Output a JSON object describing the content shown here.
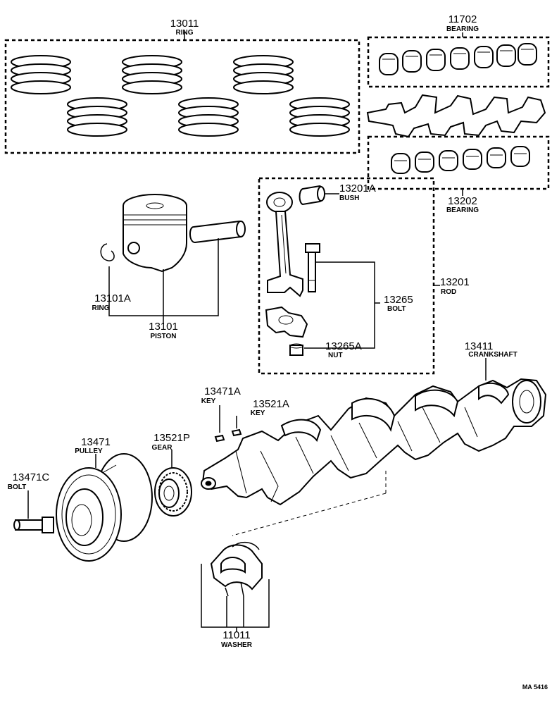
{
  "parts": [
    {
      "id": "ring-set",
      "number": "13011",
      "name": "RING"
    },
    {
      "id": "bearing-upper",
      "number": "11702",
      "name": "BEARING"
    },
    {
      "id": "bearing-lower",
      "number": "13202",
      "name": "BEARING"
    },
    {
      "id": "bush",
      "number": "13201A",
      "name": "BUSH"
    },
    {
      "id": "rod",
      "number": "13201",
      "name": "ROD"
    },
    {
      "id": "bolt-rod",
      "number": "13265",
      "name": "BOLT"
    },
    {
      "id": "nut",
      "number": "13265A",
      "name": "NUT"
    },
    {
      "id": "snap-ring",
      "number": "13101A",
      "name": "RING"
    },
    {
      "id": "piston",
      "number": "13101",
      "name": "PISTON"
    },
    {
      "id": "crankshaft",
      "number": "13411",
      "name": "CRANKSHAFT"
    },
    {
      "id": "key-a",
      "number": "13471A",
      "name": "KEY"
    },
    {
      "id": "key-b",
      "number": "13521A",
      "name": "KEY"
    },
    {
      "id": "pulley",
      "number": "13471",
      "name": "PULLEY"
    },
    {
      "id": "gear",
      "number": "13521P",
      "name": "GEAR"
    },
    {
      "id": "bolt-pulley",
      "number": "13471C",
      "name": "BOLT"
    },
    {
      "id": "washer",
      "number": "11011",
      "name": "WASHER"
    }
  ],
  "figure_code": "MA 5416"
}
